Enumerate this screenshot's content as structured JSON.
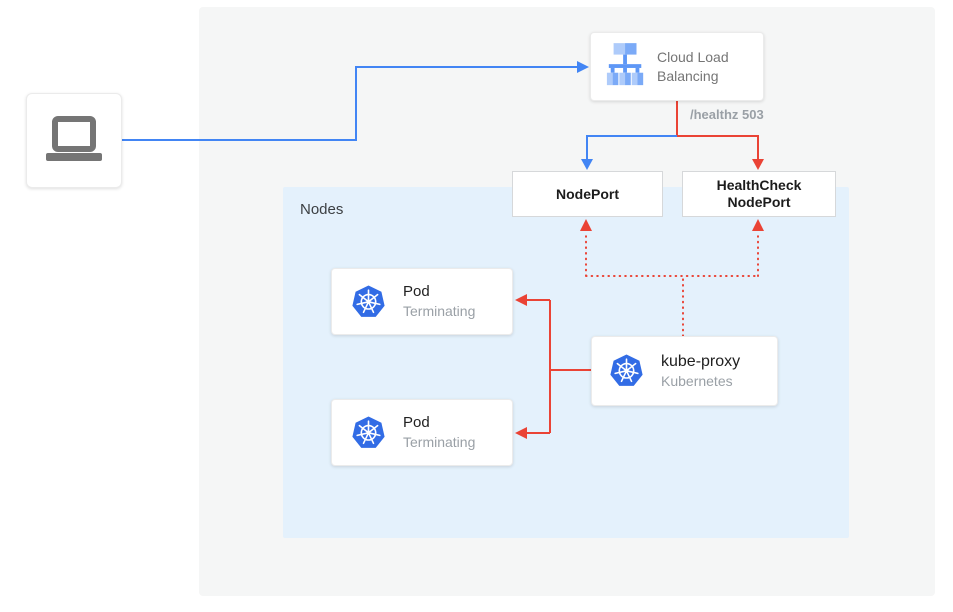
{
  "diagram": {
    "nodes_panel_label": "Nodes",
    "healthz_label": "/healthz 503"
  },
  "cards": {
    "client": {
      "icon": "laptop-icon"
    },
    "cloud_load_balancing": {
      "label": "Cloud Load Balancing",
      "icon": "cloud-load-balancing-icon"
    },
    "nodeport": {
      "label": "NodePort"
    },
    "healthcheck_nodeport": {
      "label": "HealthCheck NodePort"
    },
    "kube_proxy": {
      "title": "kube-proxy",
      "subtitle": "Kubernetes",
      "icon": "kubernetes-helm-icon"
    },
    "pods": [
      {
        "title": "Pod",
        "subtitle": "Terminating",
        "icon": "kubernetes-helm-icon"
      },
      {
        "title": "Pod",
        "subtitle": "Terminating",
        "icon": "kubernetes-helm-icon"
      }
    ]
  },
  "colors": {
    "traffic_blue": "#4285f4",
    "healthcheck_red": "#ea4335",
    "k8s_blue": "#326ce5",
    "panel_gray": "#f5f6f6",
    "nodes_panel_blue": "#e4f1fc",
    "icon_gray": "#757575",
    "text_dark": "#212121",
    "text_gray": "#9aa0a6",
    "lb_icon_light": "#aecbfa",
    "lb_icon_mid": "#7baaf7",
    "lb_icon_bar": "#5e97f6"
  }
}
